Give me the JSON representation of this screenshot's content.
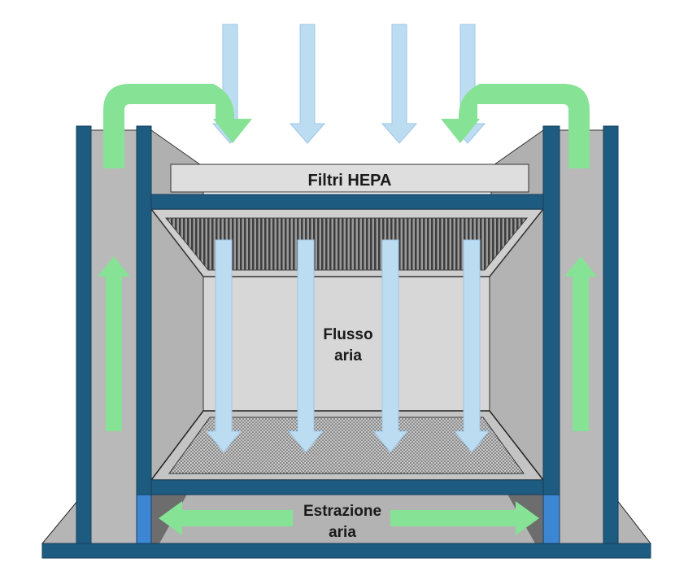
{
  "labels": {
    "hepa": "Filtri HEPA",
    "airflow_line1": "Flusso",
    "airflow_line2": "aria",
    "extraction_line1": "Estrazione",
    "extraction_line2": "aria"
  },
  "colors": {
    "frame": "#1e5b80",
    "frame_stroke": "#163f5a",
    "panel_gray": "#b5b5b5",
    "interior_back": "#d7d7d7",
    "hepa_fill": "#dedede",
    "air_blue": "#bcdcf2",
    "air_green": "#86e294",
    "foot_blue": "#3c86d4"
  }
}
